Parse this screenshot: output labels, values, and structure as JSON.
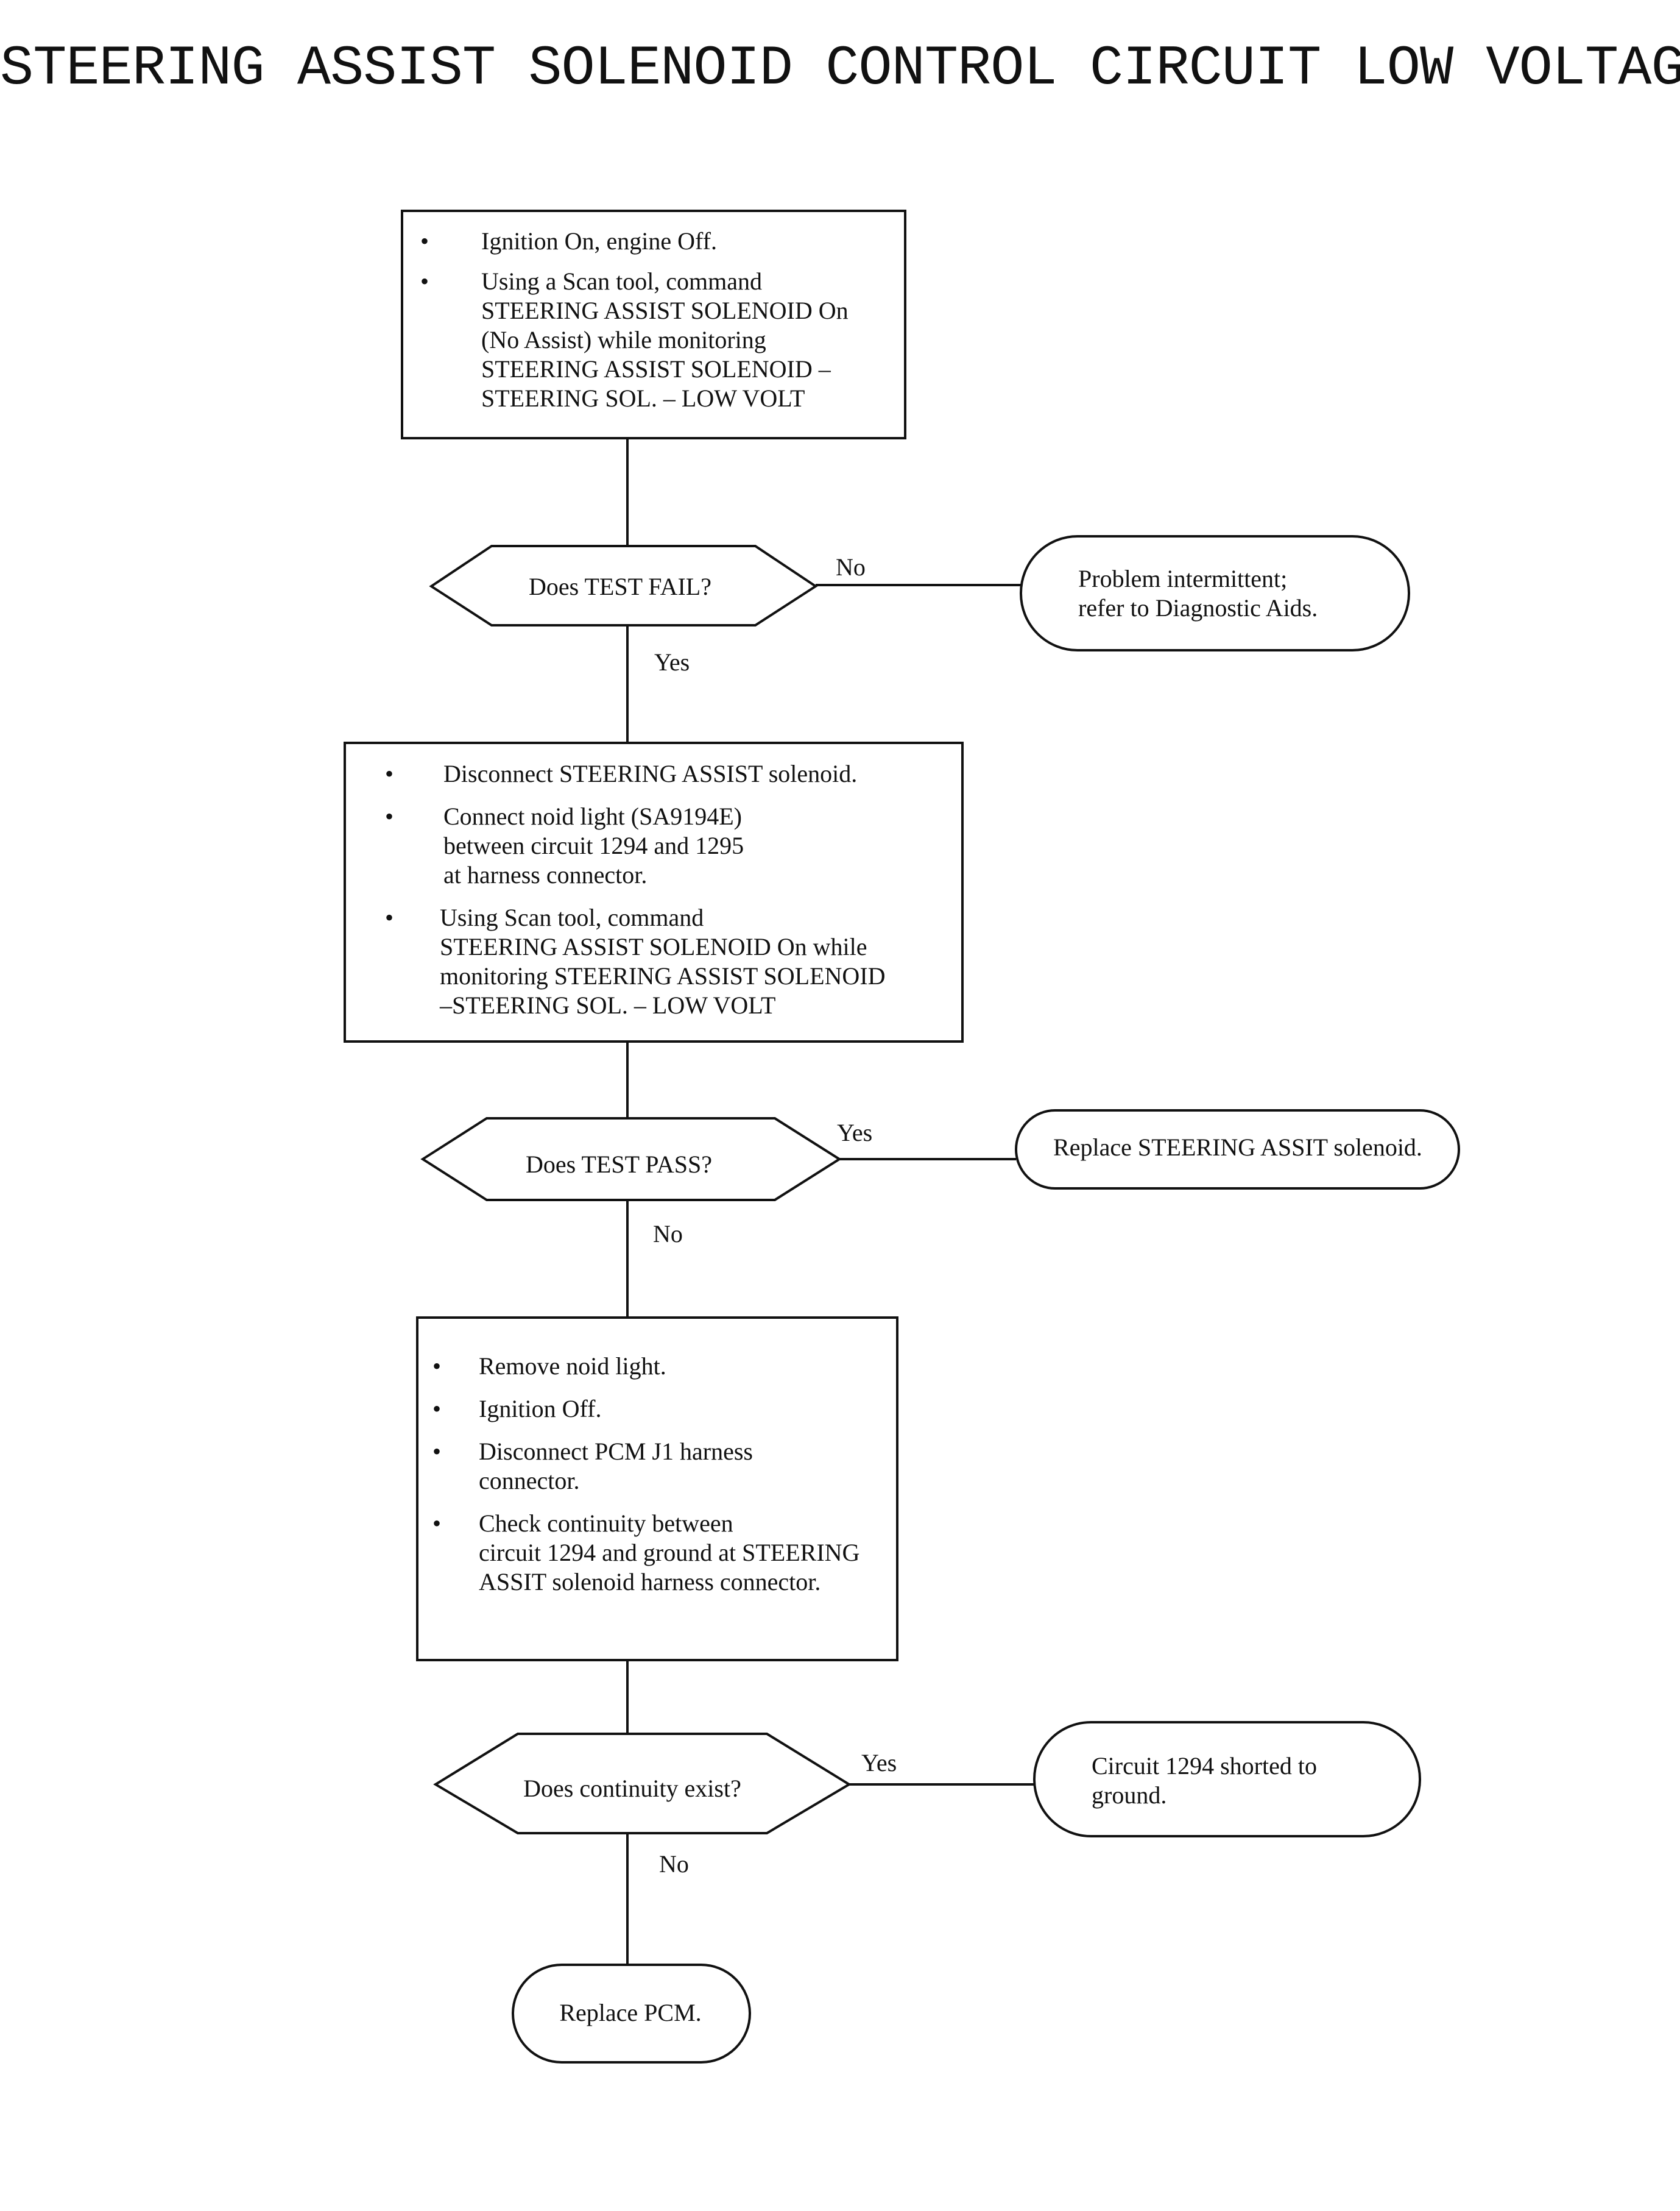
{
  "title": "STEERING ASSIST SOLENOID CONTROL CIRCUIT LOW VOLTAGE",
  "step1": {
    "items": [
      "Ignition On, engine Off.",
      "Using a Scan tool, command\nSTEERING ASSIST SOLENOID On\n(No Assist) while monitoring\nSTEERING ASSIST SOLENOID –\nSTEERING SOL. – LOW VOLT"
    ]
  },
  "decision1": {
    "question": "Does TEST FAIL?",
    "no_label": "No",
    "yes_label": "Yes"
  },
  "result1": {
    "text": "Problem intermittent;\nrefer to Diagnostic Aids."
  },
  "step2": {
    "items": [
      "Disconnect STEERING ASSIST solenoid.",
      "Connect noid light (SA9194E)\nbetween circuit 1294 and 1295\nat harness connector.",
      "Using Scan tool, command\nSTEERING ASSIST SOLENOID On while\nmonitoring STEERING ASSIST SOLENOID\n–STEERING SOL. – LOW VOLT"
    ]
  },
  "decision2": {
    "question": "Does TEST PASS?",
    "yes_label": "Yes",
    "no_label": "No"
  },
  "result2": {
    "text": "Replace STEERING ASSIT solenoid."
  },
  "step3": {
    "items": [
      "Remove noid light.",
      "Ignition Off.",
      "Disconnect PCM J1 harness\nconnector.",
      "Check continuity between\ncircuit 1294 and ground at STEERING\nASSIT solenoid harness connector."
    ]
  },
  "decision3": {
    "question": "Does continuity exist?",
    "yes_label": "Yes",
    "no_label": "No"
  },
  "result3": {
    "text": "Circuit 1294 shorted to\nground."
  },
  "result4": {
    "text": "Replace PCM."
  },
  "bullet_glyph": "•"
}
